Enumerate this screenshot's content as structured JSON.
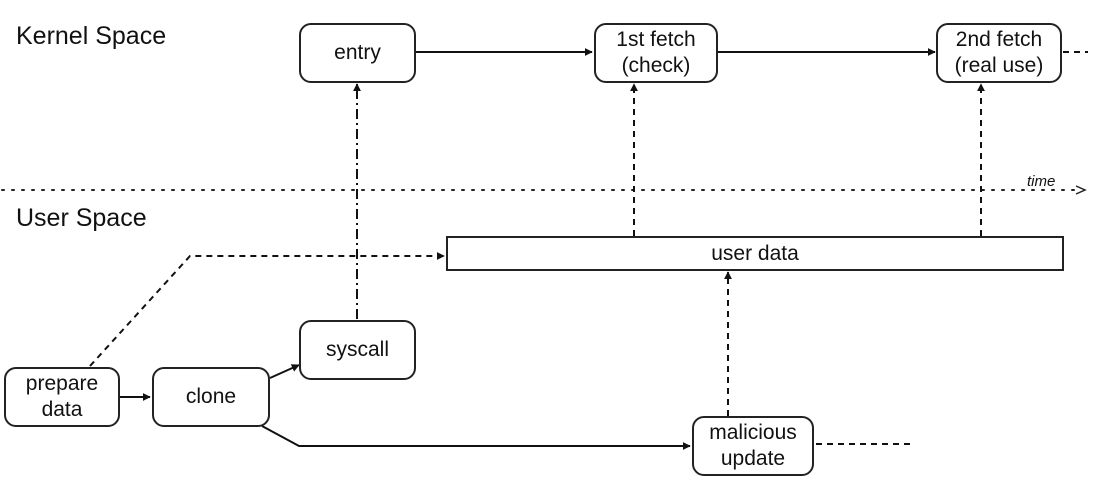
{
  "zones": {
    "kernel": "Kernel Space",
    "user": "User Space",
    "time": "time"
  },
  "nodes": {
    "entry": [
      "entry"
    ],
    "fetch1": [
      "1st fetch",
      "(check)"
    ],
    "fetch2": [
      "2nd fetch",
      "(real use)"
    ],
    "user_data": "user data",
    "syscall": [
      "syscall"
    ],
    "prepare": [
      "prepare",
      "data"
    ],
    "clone": [
      "clone"
    ],
    "malicious": [
      "malicious",
      "update"
    ]
  }
}
